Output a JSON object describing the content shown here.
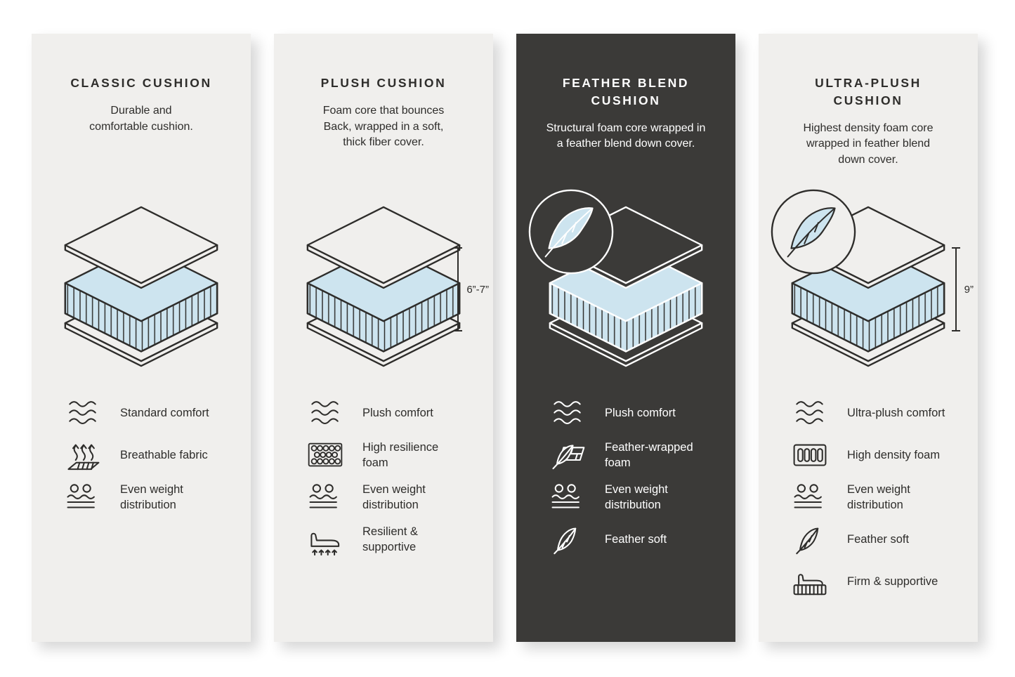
{
  "page": {
    "background": "#ffffff"
  },
  "colors": {
    "card_light": "#f0efed",
    "card_dark": "#3b3a38",
    "accent_blue": "#cde4ef",
    "line_dark": "#2e2d2b",
    "text_on_dark": "#ffffff"
  },
  "cards": [
    {
      "title": "CLASSIC CUSHION",
      "description": "Durable and\ncomfortable cushion.",
      "theme": "light",
      "features": [
        {
          "icon": "waves-icon",
          "label": "Standard comfort"
        },
        {
          "icon": "breathable-fabric-icon",
          "label": "Breathable fabric"
        },
        {
          "icon": "even-weight-icon",
          "label": "Even weight\ndistribution"
        }
      ]
    },
    {
      "title": "PLUSH CUSHION",
      "description": "Foam core that bounces\nBack, wrapped in a soft,\nthick fiber cover.",
      "theme": "light",
      "measurement": "6”-7”",
      "features": [
        {
          "icon": "waves-icon",
          "label": "Plush comfort"
        },
        {
          "icon": "honeycomb-foam-icon",
          "label": "High resilience\nfoam"
        },
        {
          "icon": "even-weight-icon",
          "label": "Even weight\ndistribution"
        },
        {
          "icon": "recliner-arrows-icon",
          "label": "Resilient &\nsupportive"
        }
      ]
    },
    {
      "title": "FEATHER BLEND\nCUSHION",
      "description": "Structural foam core wrapped in\na feather blend down cover.",
      "theme": "dark",
      "has_feather_badge": true,
      "features": [
        {
          "icon": "waves-icon",
          "label": "Plush comfort"
        },
        {
          "icon": "feather-wrapped-foam-icon",
          "label": "Feather-wrapped\nfoam"
        },
        {
          "icon": "even-weight-icon",
          "label": "Even weight\ndistribution"
        },
        {
          "icon": "feather-icon",
          "label": "Feather soft"
        }
      ]
    },
    {
      "title": "ULTRA-PLUSH\nCUSHION",
      "description": "Highest density foam core\nwrapped in feather blend\ndown cover.",
      "theme": "light",
      "measurement": "9”",
      "has_feather_badge": true,
      "features": [
        {
          "icon": "waves-icon",
          "label": "Ultra-plush comfort"
        },
        {
          "icon": "high-density-foam-icon",
          "label": "High density foam"
        },
        {
          "icon": "even-weight-icon",
          "label": "Even weight\ndistribution"
        },
        {
          "icon": "feather-icon",
          "label": "Feather soft"
        },
        {
          "icon": "firm-supportive-icon",
          "label": "Firm & supportive"
        }
      ]
    }
  ]
}
